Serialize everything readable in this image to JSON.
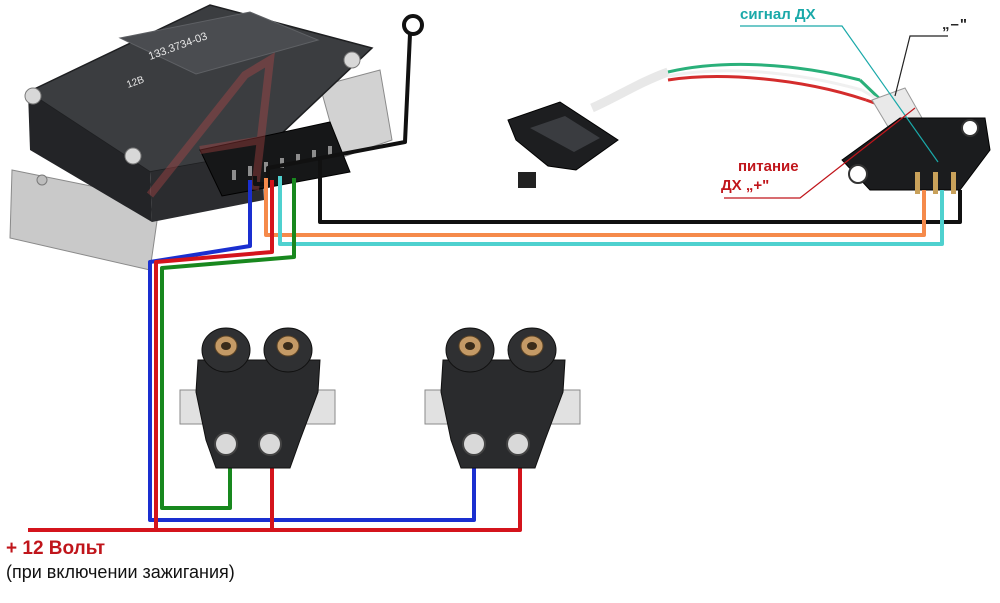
{
  "module": {
    "part_number": "133.3734-03",
    "voltage_mark": "12В"
  },
  "labels": {
    "sensor_signal": "сигнал ДХ",
    "ground": "„–\"",
    "sensor_power_line1": "питание",
    "sensor_power_line2": "ДХ „+\"",
    "supply": "+ 12 Вольт",
    "supply_note": "(при включении зажигания)"
  },
  "colors": {
    "black_wire": "#111111",
    "orange_wire": "#f58a4b",
    "cyan_wire": "#4fd1cf",
    "blue_wire": "#1a2fd0",
    "green_wire": "#18881e",
    "red_wire": "#d4141c",
    "callout_red": "#c0151b",
    "callout_cyan": "#1aa9a9"
  }
}
